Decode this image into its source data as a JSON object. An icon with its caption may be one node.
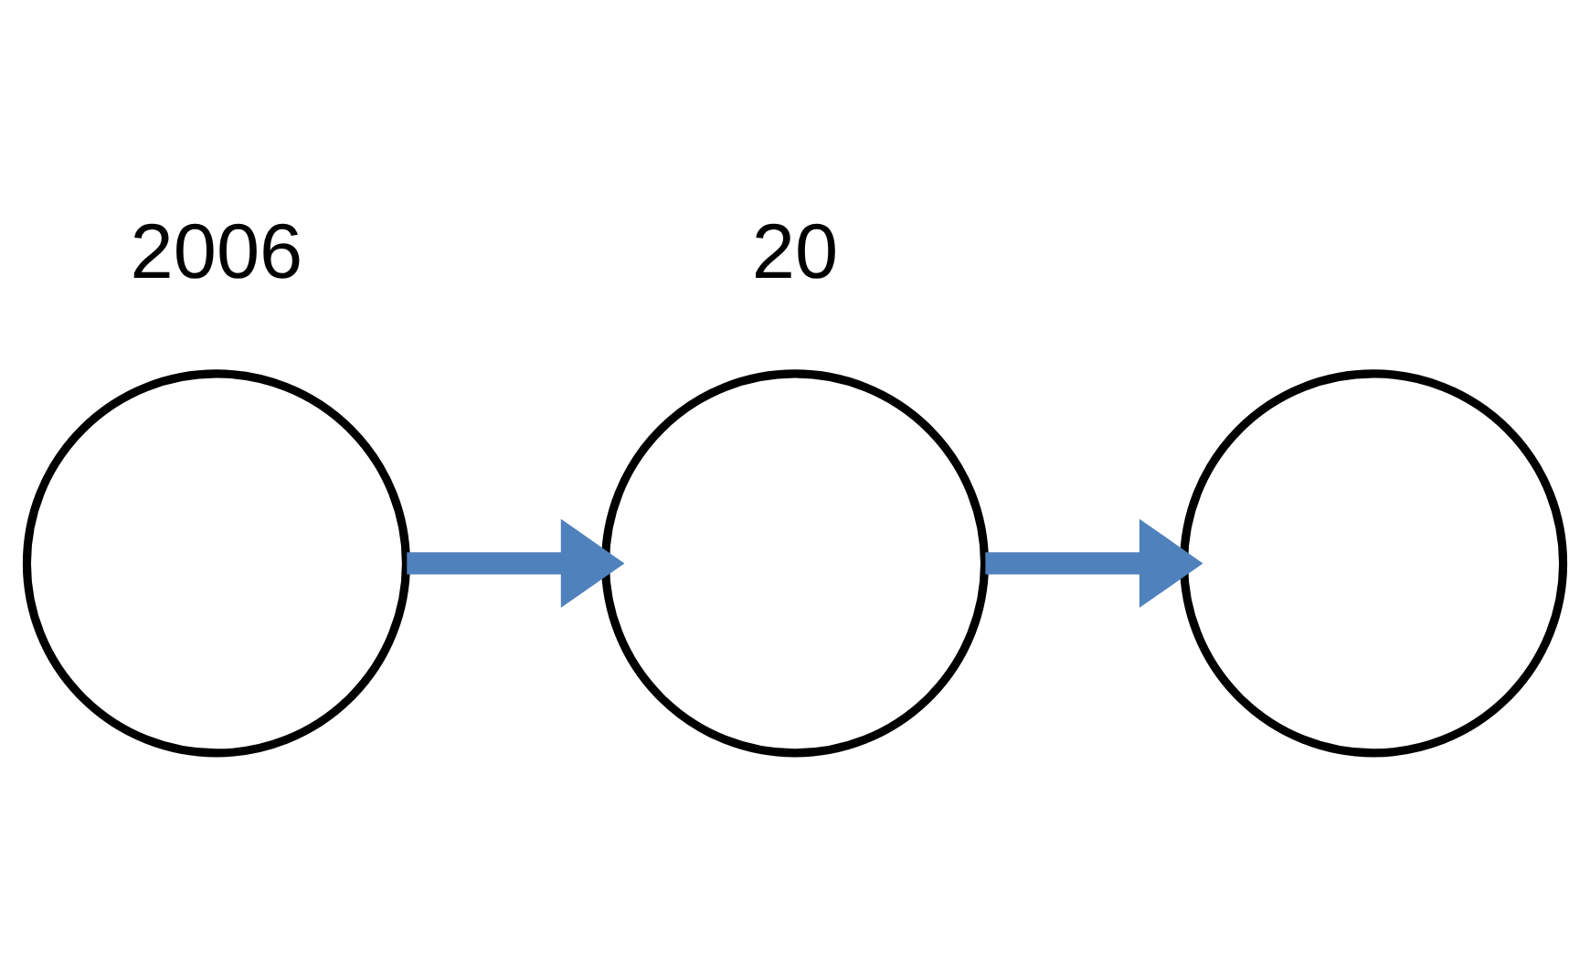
{
  "diagram": {
    "nodes": [
      {
        "text": [],
        "shape": "circle"
      },
      {
        "text": [],
        "shape": "circle"
      },
      {
        "text": [],
        "shape": "circle"
      }
    ],
    "edges": [
      {
        "from": 0,
        "to": 1,
        "arrow": "to"
      },
      {
        "from": 1,
        "to": 2,
        "arrow": "to"
      }
    ],
    "labels": [
      "2006",
      "20"
    ]
  }
}
